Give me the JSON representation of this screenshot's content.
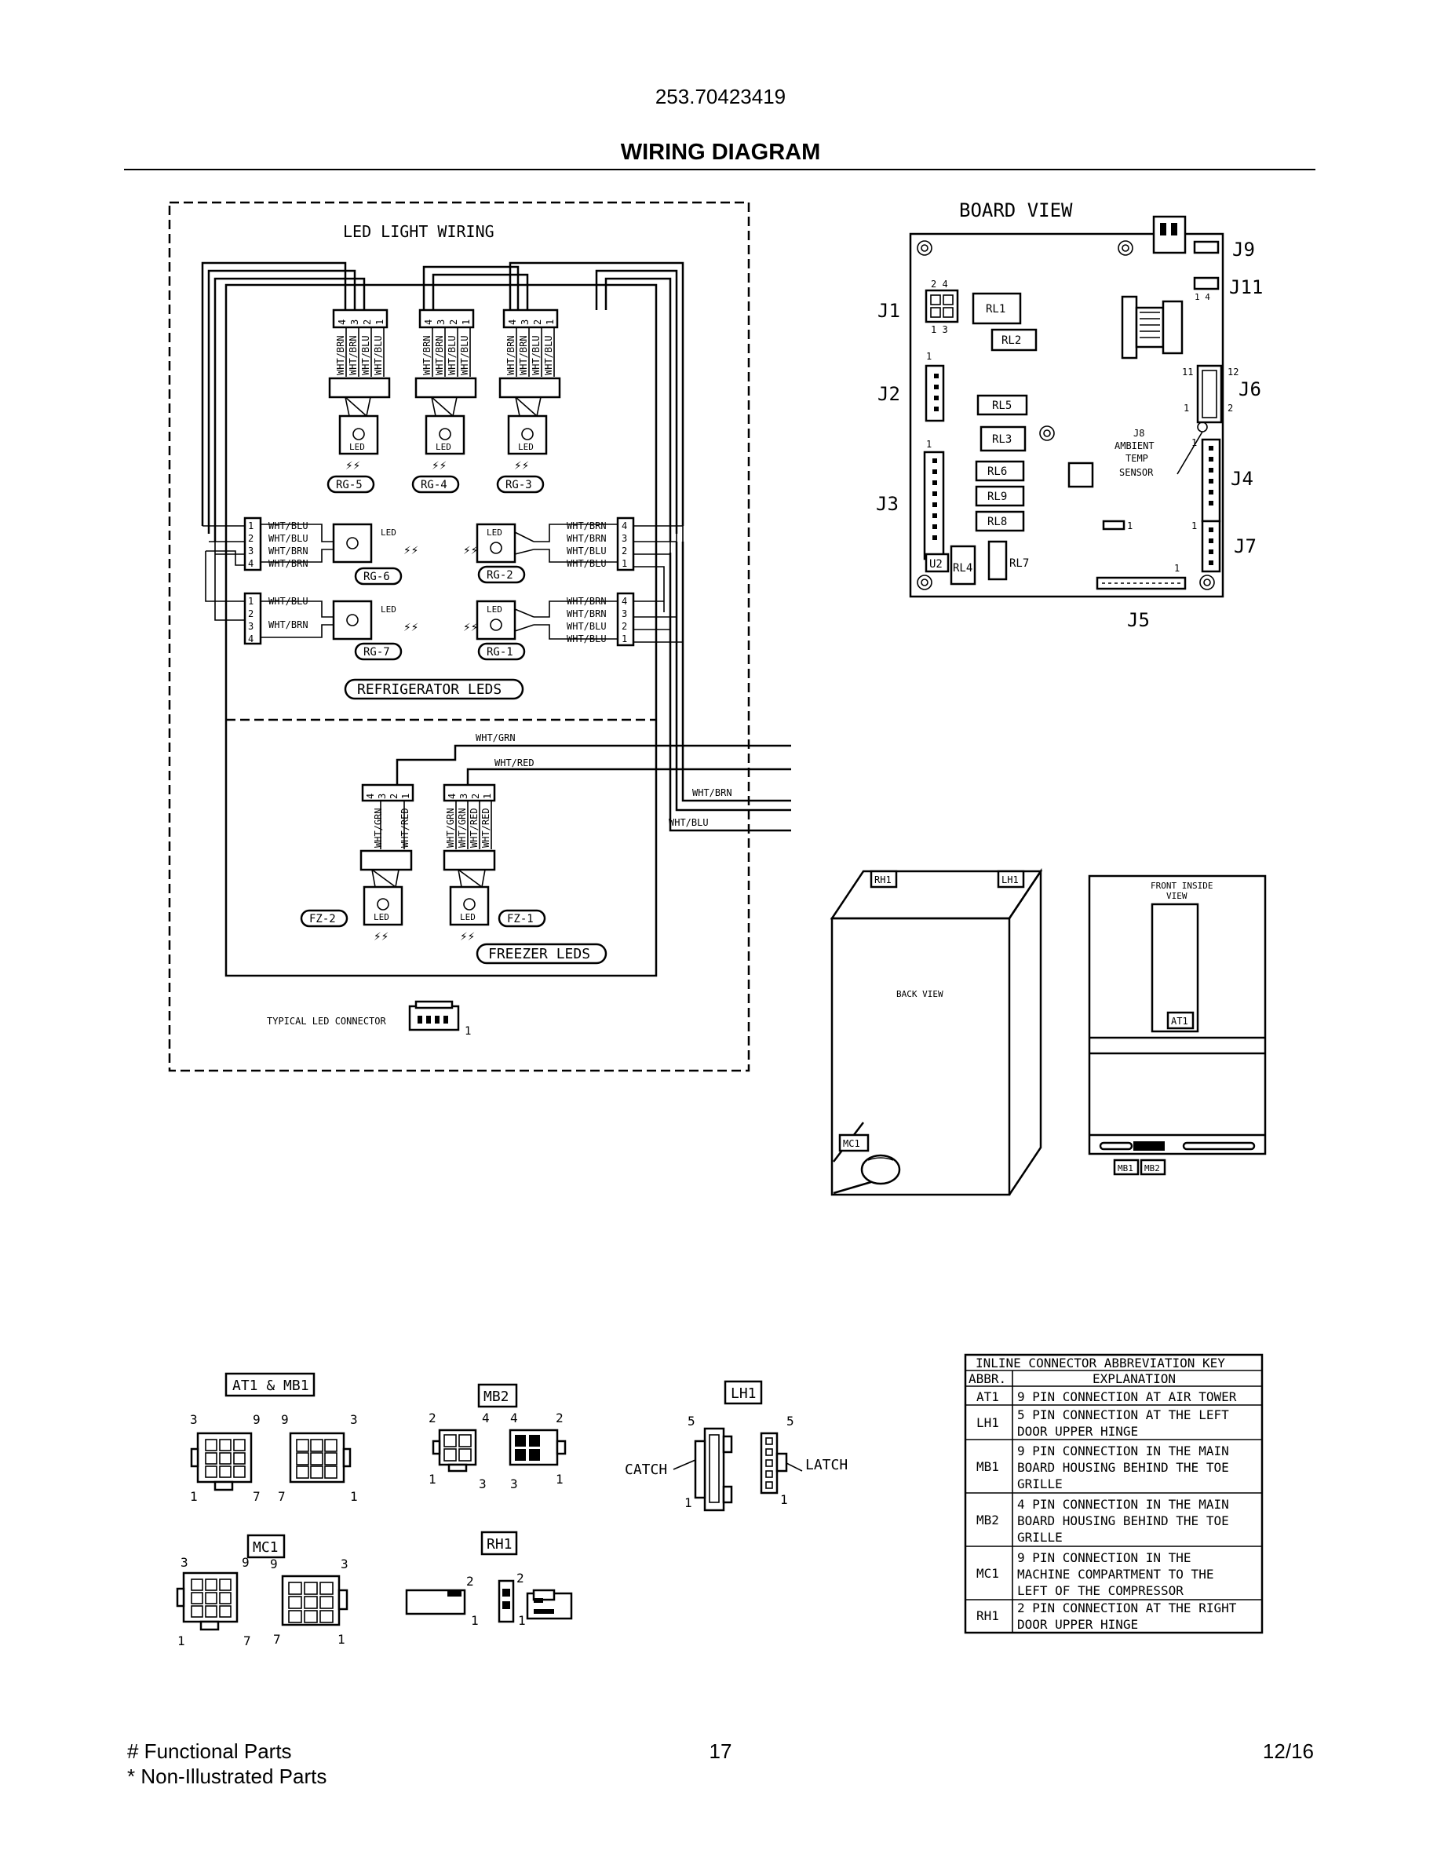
{
  "header": {
    "model": "253.70423419",
    "title": "WIRING DIAGRAM"
  },
  "led_section": {
    "title": "LED LIGHT WIRING",
    "connector_pins_vertical": [
      "4",
      "3",
      "2",
      "1"
    ],
    "vertical_wire_labels": [
      "WHT/BRN",
      "WHT/BRN",
      "WHT/BLU",
      "WHT/BLU"
    ],
    "led_label": "LED",
    "top_groups": [
      "RG-5",
      "RG-4",
      "RG-3"
    ],
    "left_connector_top": {
      "pins": [
        "1",
        "2",
        "3",
        "4"
      ],
      "wires": [
        "WHT/BLU",
        "WHT/BLU",
        "WHT/BRN",
        "WHT/BRN"
      ]
    },
    "left_connector_bottom": {
      "pins": [
        "1",
        "2",
        "3",
        "4"
      ],
      "wires": [
        "WHT/BLU",
        "WHT/BRN"
      ]
    },
    "right_connector_top": {
      "pins": [
        "4",
        "3",
        "2",
        "1"
      ],
      "wires": [
        "WHT/BRN",
        "WHT/BRN",
        "WHT/BLU",
        "WHT/BLU"
      ]
    },
    "right_connector_bottom": {
      "pins": [
        "4",
        "3",
        "2",
        "1"
      ],
      "wires": [
        "WHT/BRN",
        "WHT/BRN",
        "WHT/BLU",
        "WHT/BLU"
      ]
    },
    "mid_groups": [
      "RG-6",
      "RG-2",
      "RG-7",
      "RG-1"
    ],
    "refrigerator_leds": "REFRIGERATOR LEDS",
    "freezer_wires": {
      "wht_grn": "WHT/GRN",
      "wht_red": "WHT/RED",
      "wht_brn": "WHT/BRN",
      "wht_blu": "WHT/BLU"
    },
    "freezer_vertical_left": [
      "WHT/GRN",
      "WHT/RED"
    ],
    "freezer_vertical_right": [
      "WHT/GRN",
      "WHT/GRN",
      "WHT/RED",
      "WHT/RED"
    ],
    "freezer_groups": [
      "FZ-2",
      "FZ-1"
    ],
    "freezer_leds": "FREEZER LEDS",
    "typical_connector": "TYPICAL LED CONNECTOR",
    "typical_pin": "1"
  },
  "board": {
    "title": "BOARD VIEW",
    "connectors": [
      "J9",
      "J11",
      "J1",
      "J6",
      "J2",
      "J4",
      "J3",
      "J7",
      "J5"
    ],
    "relays": [
      "RL1",
      "RL2",
      "RL5",
      "RL3",
      "RL6",
      "RL9",
      "RL8",
      "RL4",
      "RL7",
      "U2"
    ],
    "j8_label": [
      "J8",
      "AMBIENT",
      "TEMP",
      "SENSOR"
    ],
    "pin_marks": {
      "j1_top": "2  4",
      "j1_bottom": "1  3",
      "j11": "1  4",
      "one": "1",
      "j6_tl": "11",
      "j6_tr": "12",
      "j6_bl": "1",
      "j6_br": "2"
    }
  },
  "cabinet": {
    "back_view": "BACK VIEW",
    "front_inside_view": [
      "FRONT INSIDE",
      "VIEW"
    ],
    "tags": [
      "RH1",
      "LH1",
      "MC1",
      "AT1",
      "MB1",
      "MB2"
    ]
  },
  "connectors_detail": {
    "at1_mb1": {
      "title": "AT1 & MB1",
      "pins": [
        "3",
        "9",
        "9",
        "3",
        "1",
        "7",
        "7",
        "1"
      ]
    },
    "mb2": {
      "title": "MB2",
      "pins": [
        "2",
        "4",
        "4",
        "2",
        "1",
        "3",
        "3",
        "1"
      ]
    },
    "lh1": {
      "title": "LH1",
      "catch": "CATCH",
      "latch": "LATCH",
      "pins": [
        "5",
        "5",
        "1",
        "1"
      ]
    },
    "mc1": {
      "title": "MC1",
      "pins": [
        "3",
        "9",
        "9",
        "3",
        "1",
        "7",
        "7",
        "1"
      ]
    },
    "rh1": {
      "title": "RH1",
      "pins": [
        "2",
        "2",
        "1",
        "1"
      ]
    }
  },
  "abbrev_table": {
    "title": "INLINE CONNECTOR ABBREVIATION KEY",
    "col_abbr": "ABBR.",
    "col_expl": "EXPLANATION",
    "rows": [
      {
        "abbr": "AT1",
        "lines": [
          "9 PIN CONNECTION AT AIR TOWER"
        ]
      },
      {
        "abbr": "LH1",
        "lines": [
          "5 PIN CONNECTION AT THE LEFT",
          "DOOR UPPER HINGE"
        ]
      },
      {
        "abbr": "MB1",
        "lines": [
          "9 PIN CONNECTION IN THE MAIN",
          "BOARD HOUSING BEHIND THE TOE",
          "GRILLE"
        ]
      },
      {
        "abbr": "MB2",
        "lines": [
          "4 PIN CONNECTION IN THE MAIN",
          "BOARD HOUSING BEHIND THE TOE",
          "GRILLE"
        ]
      },
      {
        "abbr": "MC1",
        "lines": [
          "9 PIN CONNECTION IN THE",
          "MACHINE COMPARTMENT TO THE",
          "LEFT OF THE COMPRESSOR"
        ]
      },
      {
        "abbr": "RH1",
        "lines": [
          "2 PIN CONNECTION AT THE RIGHT",
          "DOOR UPPER HINGE"
        ]
      }
    ]
  },
  "footer": {
    "functional": "# Functional Parts",
    "non_illustrated": "* Non-Illustrated Parts",
    "page": "17",
    "date": "12/16"
  }
}
